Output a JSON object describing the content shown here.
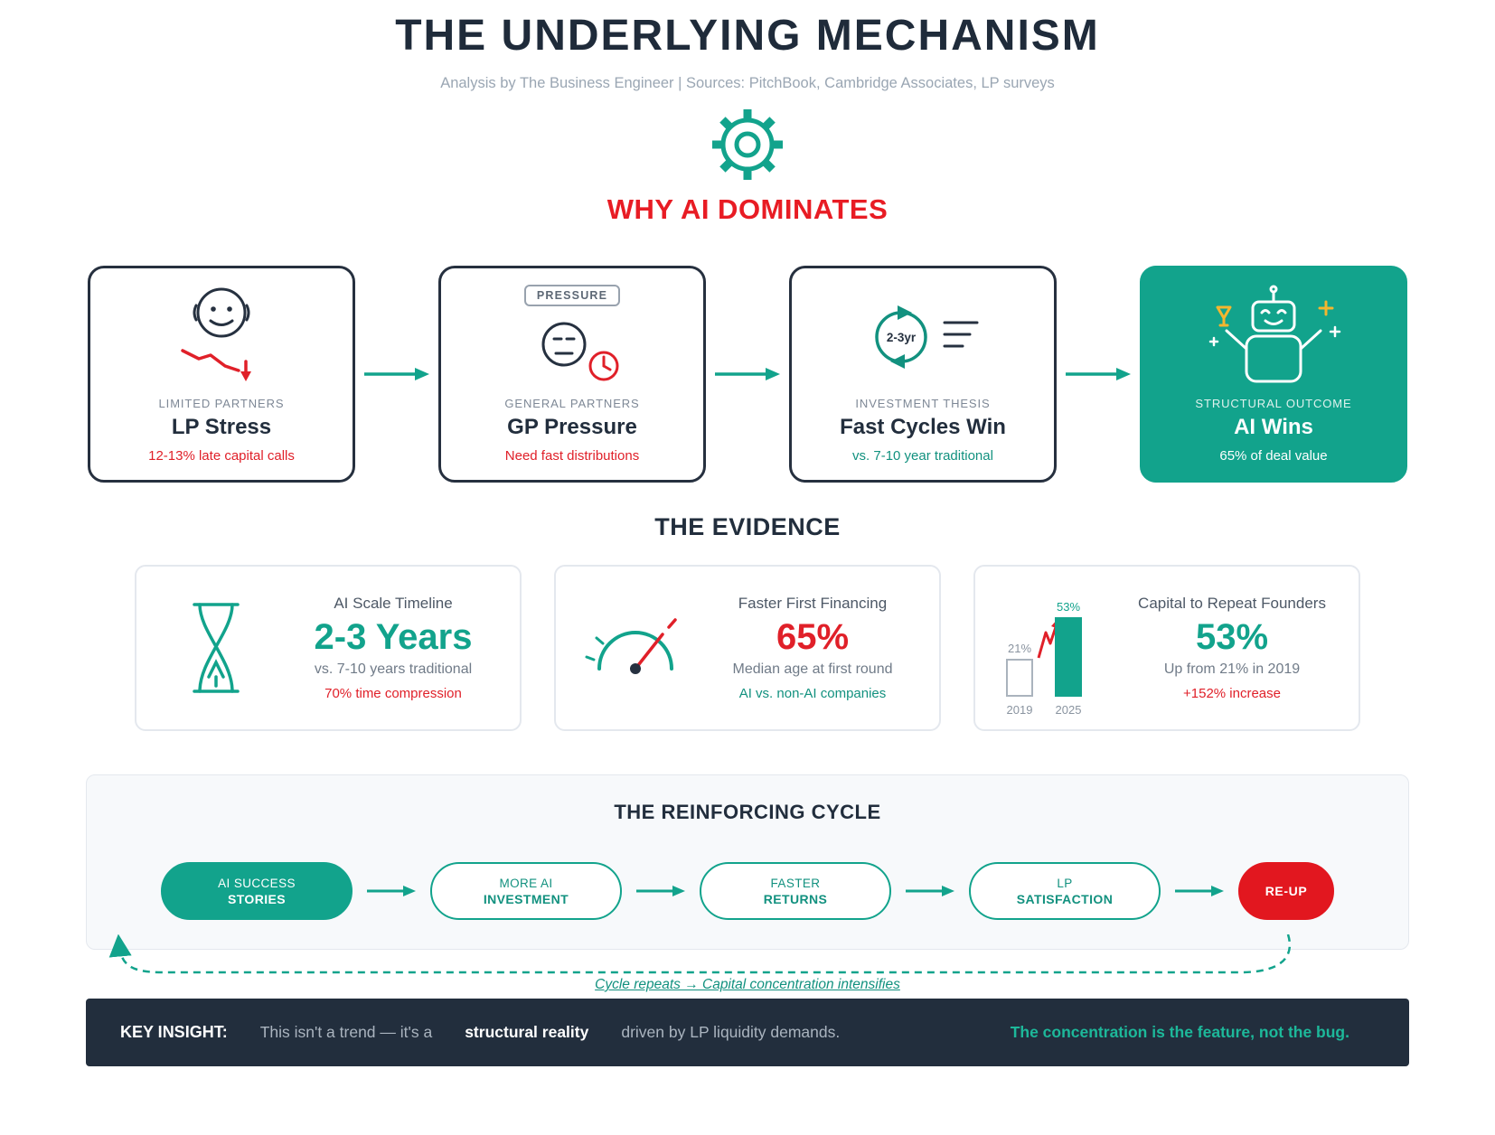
{
  "colors": {
    "teal": "#12a38c",
    "red": "#e02029",
    "navy": "#222e3d"
  },
  "header": {
    "title": "THE UNDERLYING MECHANISM",
    "subtitle": "Analysis by The Business Engineer | Sources: PitchBook, Cambridge Associates, LP surveys",
    "tagline": "WHY AI DOMINATES"
  },
  "flow": {
    "cards": [
      {
        "kicker": "LIMITED PARTNERS",
        "title": "LP Stress",
        "note": "12-13% late capital calls"
      },
      {
        "kicker": "GENERAL PARTNERS",
        "title": "GP Pressure",
        "note": "Need fast distributions",
        "badge": "PRESSURE"
      },
      {
        "kicker": "INVESTMENT THESIS",
        "title": "Fast Cycles Win",
        "note": "vs. 7-10 year traditional",
        "cycle_label": "2-3yr"
      },
      {
        "kicker": "STRUCTURAL OUTCOME",
        "title": "AI Wins",
        "note": "65% of deal value"
      }
    ]
  },
  "evidence": {
    "heading": "THE EVIDENCE",
    "cards": [
      {
        "label": "AI Scale Timeline",
        "value": "2-3 Years",
        "sub": "vs. 7-10 years traditional",
        "note": "70% time compression"
      },
      {
        "label": "Faster First Financing",
        "value": "65%",
        "sub": "Median age at first round",
        "note": "AI vs. non-AI companies"
      },
      {
        "label": "Capital to Repeat Founders",
        "value": "53%",
        "sub": "Up from 21% in 2019",
        "note": "+152% increase",
        "chart": {
          "type": "bar",
          "bars": [
            {
              "year": "2019",
              "value": "21%"
            },
            {
              "year": "2025",
              "value": "53%"
            }
          ]
        }
      }
    ]
  },
  "cycle": {
    "heading": "THE REINFORCING CYCLE",
    "steps": [
      {
        "line1": "AI SUCCESS",
        "line2": "STORIES"
      },
      {
        "line1": "MORE AI",
        "line2": "INVESTMENT"
      },
      {
        "line1": "FASTER",
        "line2": "RETURNS"
      },
      {
        "line1": "LP",
        "line2": "SATISFACTION"
      },
      {
        "line1": "RE-UP"
      }
    ],
    "caption": "Cycle repeats → Capital concentration intensifies"
  },
  "footer": {
    "label": "KEY INSIGHT:",
    "part1": "This isn't a trend — it's a",
    "highlight": "structural reality",
    "part2": "driven by LP liquidity demands.",
    "accent": "The concentration is the feature, not the bug."
  }
}
